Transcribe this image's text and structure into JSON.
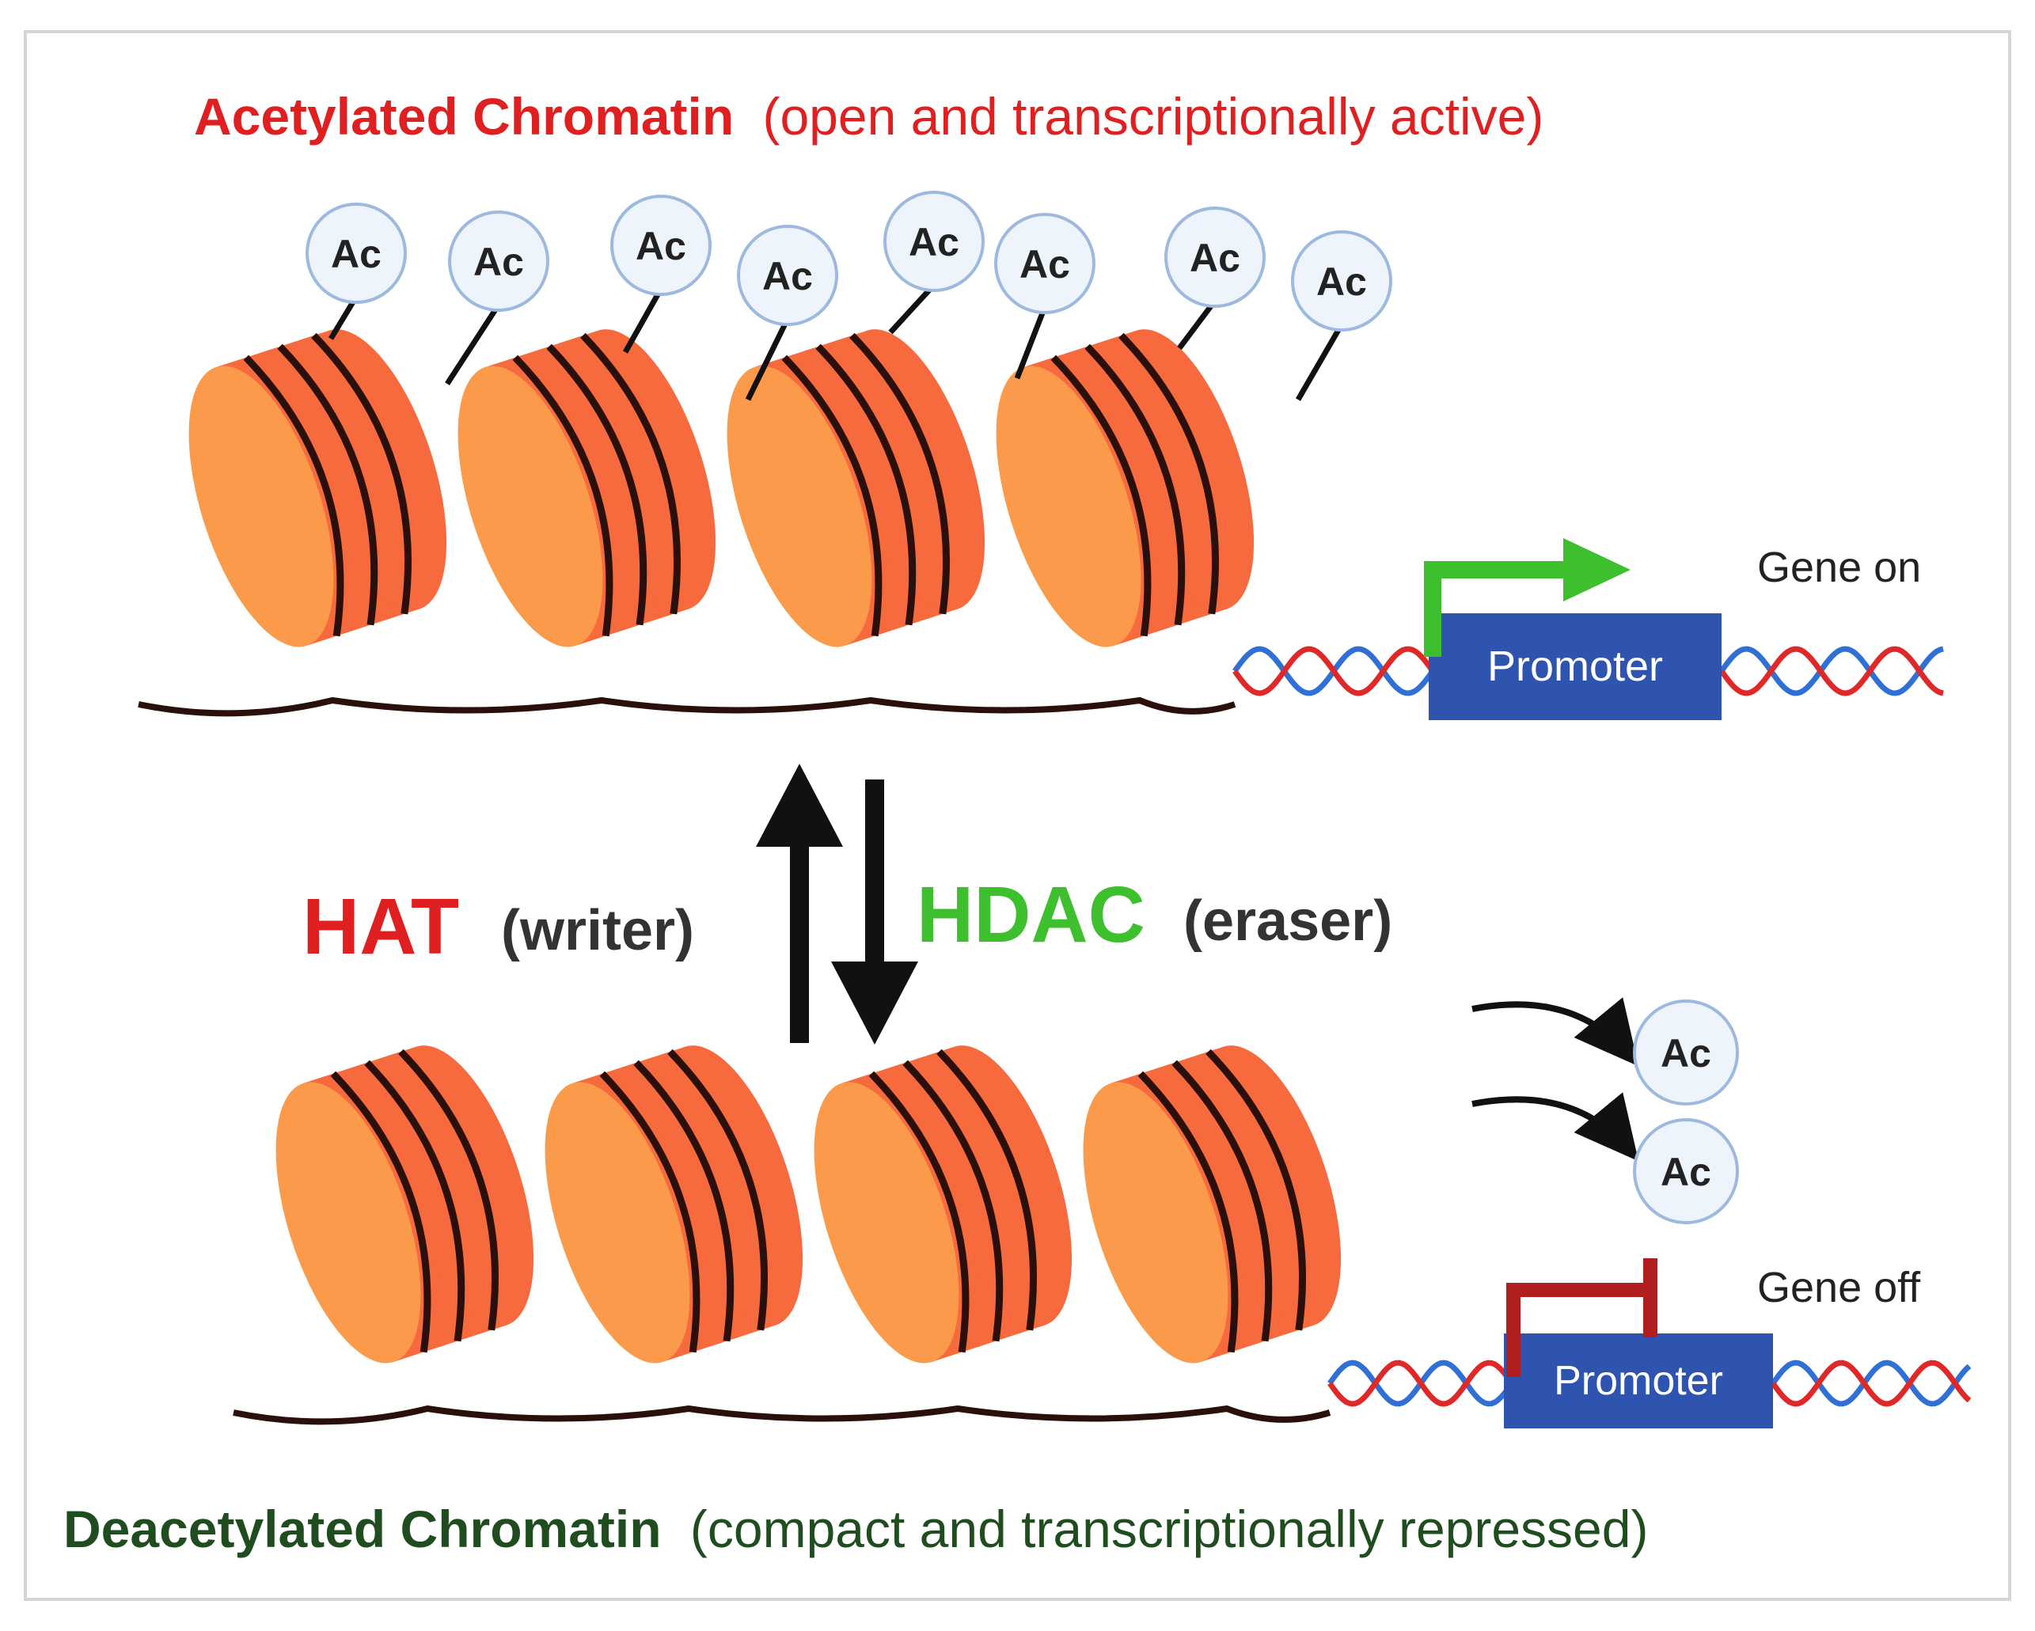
{
  "top": {
    "title_bold": "Acetylated Chromatin",
    "title_rest": "(open and transcriptionally active)",
    "gene_label": "Gene on",
    "promoter_label": "Promoter"
  },
  "bottom": {
    "title_bold": "Deacetylated Chromatin",
    "title_rest": "(compact and transcriptionally repressed)",
    "gene_label": "Gene off",
    "promoter_label": "Promoter"
  },
  "enzymes": {
    "hat_name": "HAT",
    "hat_role": "(writer)",
    "hdac_name": "HDAC",
    "hdac_role": "(eraser)"
  },
  "acetyl_label": "Ac",
  "colors": {
    "red_title": "#e02020",
    "green": "#3dbf2e",
    "dark_green_title": "#1f4d1f",
    "histone_light": "#fb9a4a",
    "histone_dark": "#f76a3e",
    "dna_wrap": "#2a0f0a",
    "promoter_blue": "#2f54b0",
    "ac_circle_fill": "#eef4fc",
    "ac_circle_stroke": "#9db9e0",
    "repress_red": "#b01e1e"
  }
}
